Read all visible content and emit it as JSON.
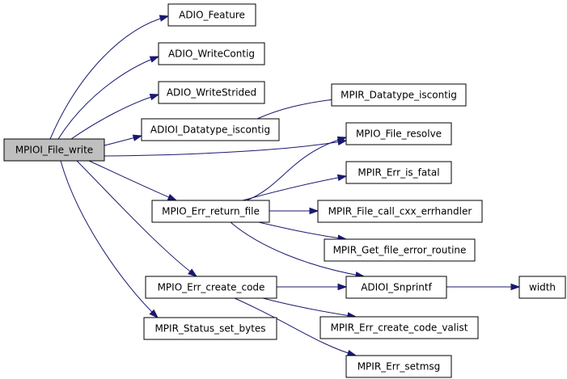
{
  "colors": {
    "edge": "#191970",
    "node_fill": "#ffffff",
    "root_fill": "#bfbfbf",
    "border": "#000000"
  },
  "graph": {
    "root": "MPIOI_File_write",
    "nodes": [
      {
        "id": "MPIOI_File_write",
        "label": "MPIOI_File_write"
      },
      {
        "id": "ADIO_Feature",
        "label": "ADIO_Feature"
      },
      {
        "id": "ADIO_WriteContig",
        "label": "ADIO_WriteContig"
      },
      {
        "id": "ADIO_WriteStrided",
        "label": "ADIO_WriteStrided"
      },
      {
        "id": "ADIOI_Datatype_iscontig",
        "label": "ADIOI_Datatype_iscontig"
      },
      {
        "id": "MPIR_Datatype_iscontig",
        "label": "MPIR_Datatype_iscontig"
      },
      {
        "id": "MPIO_File_resolve",
        "label": "MPIO_File_resolve"
      },
      {
        "id": "MPIO_Err_return_file",
        "label": "MPIO_Err_return_file"
      },
      {
        "id": "MPIR_Err_is_fatal",
        "label": "MPIR_Err_is_fatal"
      },
      {
        "id": "MPIR_File_call_cxx_errhandler",
        "label": "MPIR_File_call_cxx_errhandler"
      },
      {
        "id": "MPIR_Get_file_error_routine",
        "label": "MPIR_Get_file_error_routine"
      },
      {
        "id": "ADIOI_Snprintf",
        "label": "ADIOI_Snprintf"
      },
      {
        "id": "width",
        "label": "width"
      },
      {
        "id": "MPIO_Err_create_code",
        "label": "MPIO_Err_create_code"
      },
      {
        "id": "MPIR_Err_create_code_valist",
        "label": "MPIR_Err_create_code_valist"
      },
      {
        "id": "MPIR_Status_set_bytes",
        "label": "MPIR_Status_set_bytes"
      },
      {
        "id": "MPIR_Err_setmsg",
        "label": "MPIR_Err_setmsg"
      }
    ],
    "edges": [
      {
        "from": "MPIOI_File_write",
        "to": "ADIO_Feature"
      },
      {
        "from": "MPIOI_File_write",
        "to": "ADIO_WriteContig"
      },
      {
        "from": "MPIOI_File_write",
        "to": "ADIO_WriteStrided"
      },
      {
        "from": "MPIOI_File_write",
        "to": "ADIOI_Datatype_iscontig"
      },
      {
        "from": "MPIOI_File_write",
        "to": "MPIO_File_resolve"
      },
      {
        "from": "MPIOI_File_write",
        "to": "MPIO_Err_return_file"
      },
      {
        "from": "MPIOI_File_write",
        "to": "MPIO_Err_create_code"
      },
      {
        "from": "MPIOI_File_write",
        "to": "MPIR_Status_set_bytes"
      },
      {
        "from": "ADIOI_Datatype_iscontig",
        "to": "MPIR_Datatype_iscontig"
      },
      {
        "from": "MPIO_Err_return_file",
        "to": "MPIO_File_resolve"
      },
      {
        "from": "MPIO_Err_return_file",
        "to": "MPIR_Err_is_fatal"
      },
      {
        "from": "MPIO_Err_return_file",
        "to": "MPIR_File_call_cxx_errhandler"
      },
      {
        "from": "MPIO_Err_return_file",
        "to": "MPIR_Get_file_error_routine"
      },
      {
        "from": "MPIO_Err_return_file",
        "to": "ADIOI_Snprintf"
      },
      {
        "from": "MPIO_Err_create_code",
        "to": "ADIOI_Snprintf"
      },
      {
        "from": "MPIO_Err_create_code",
        "to": "MPIR_Err_create_code_valist"
      },
      {
        "from": "MPIO_Err_create_code",
        "to": "MPIR_Err_setmsg"
      },
      {
        "from": "ADIOI_Snprintf",
        "to": "width"
      }
    ]
  }
}
